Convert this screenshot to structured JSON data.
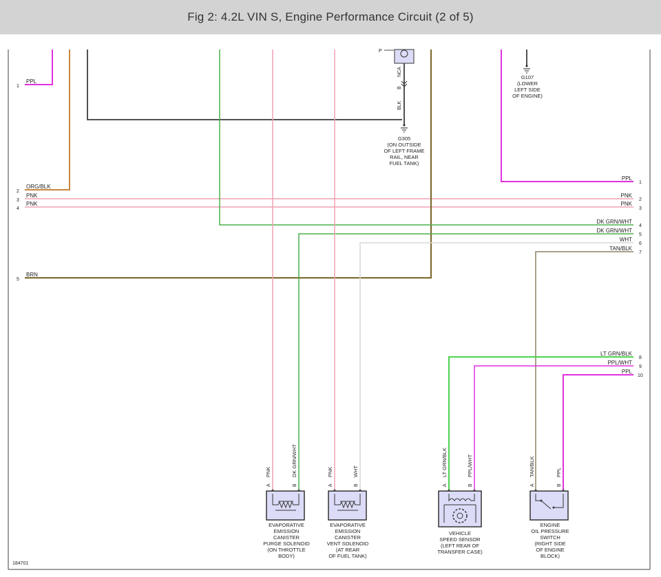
{
  "title": "Fig 2: 4.2L VIN S, Engine Performance Circuit (2 of 5)",
  "figure_id": "184701",
  "colors": {
    "ppl": "#e030e0",
    "org_blk": "#c8863c",
    "pnk": "#f0a0b4",
    "dk_grn_wht": "#4caf4c",
    "lt_grn_blk": "#4cd24c",
    "wht": "#d8d8d8",
    "tan_blk": "#a8a088",
    "brn": "#7a6428",
    "blk": "#505050",
    "frame": "#404040",
    "component_fill": "#dcdcf8",
    "component_border": "#333333"
  },
  "left_pins": [
    {
      "num": "1",
      "wire": "PPL"
    },
    {
      "num": "2",
      "wire": "ORG/BLK"
    },
    {
      "num": "3",
      "wire": "PNK"
    },
    {
      "num": "4",
      "wire": "PNK"
    },
    {
      "num": "5",
      "wire": "BRN"
    }
  ],
  "right_pins": [
    {
      "num": "1",
      "wire": "PPL"
    },
    {
      "num": "2",
      "wire": "PNK"
    },
    {
      "num": "3",
      "wire": "PNK"
    },
    {
      "num": "4",
      "wire": "DK GRN/WHT"
    },
    {
      "num": "5",
      "wire": "DK GRN/WHT"
    },
    {
      "num": "6",
      "wire": "WHT"
    },
    {
      "num": "7",
      "wire": "TAN/BLK"
    },
    {
      "num": "8",
      "wire": "LT GRN/BLK"
    },
    {
      "num": "9",
      "wire": "PPL/WHT"
    },
    {
      "num": "10",
      "wire": "PPL"
    }
  ],
  "fuel_pump": {
    "label": "P",
    "wire_labels": [
      "NCA",
      "BLK"
    ],
    "connector": "B"
  },
  "ground_g305": {
    "lines": [
      "G305",
      "(ON OUTSIDE",
      "OF LEFT FRAME",
      "RAIL, NEAR",
      "FUEL TANK)"
    ]
  },
  "ground_g107": {
    "lines": [
      "G107",
      "(LOWER",
      "LEFT SIDE",
      "OF ENGINE)"
    ]
  },
  "components": [
    {
      "name_lines": [
        "EVAPORATIVE",
        "EMISSION",
        "CANISTER",
        "PURGE SOLENOID",
        "(ON THROTTLE",
        "BODY)"
      ],
      "pin_a": "A",
      "pin_b": "B",
      "wire_a": "PNK",
      "wire_b": "DK GRN/WHT"
    },
    {
      "name_lines": [
        "EVAPORATIVE",
        "EMISSION",
        "CANISTER",
        "VENT SOLENOID",
        "(AT REAR",
        "OF FUEL TANK)"
      ],
      "pin_a": "A",
      "pin_b": "B",
      "wire_a": "PNK",
      "wire_b": "WHT"
    },
    {
      "name_lines": [
        "VEHICLE",
        "SPEED SENSOR",
        "(LEFT REAR OF",
        "TRANSFER CASE)"
      ],
      "pin_a": "A",
      "pin_b": "B",
      "wire_a": "LT GRN/BLK",
      "wire_b": "PPL/WHT"
    },
    {
      "name_lines": [
        "ENGINE",
        "OIL PRESSURE",
        "SWITCH",
        "(RIGHT SIDE",
        "OF ENGINE",
        "BLOCK)"
      ],
      "pin_a": "A",
      "pin_b": "B",
      "wire_a": "TAN/BLK",
      "wire_b": "PPL"
    }
  ]
}
